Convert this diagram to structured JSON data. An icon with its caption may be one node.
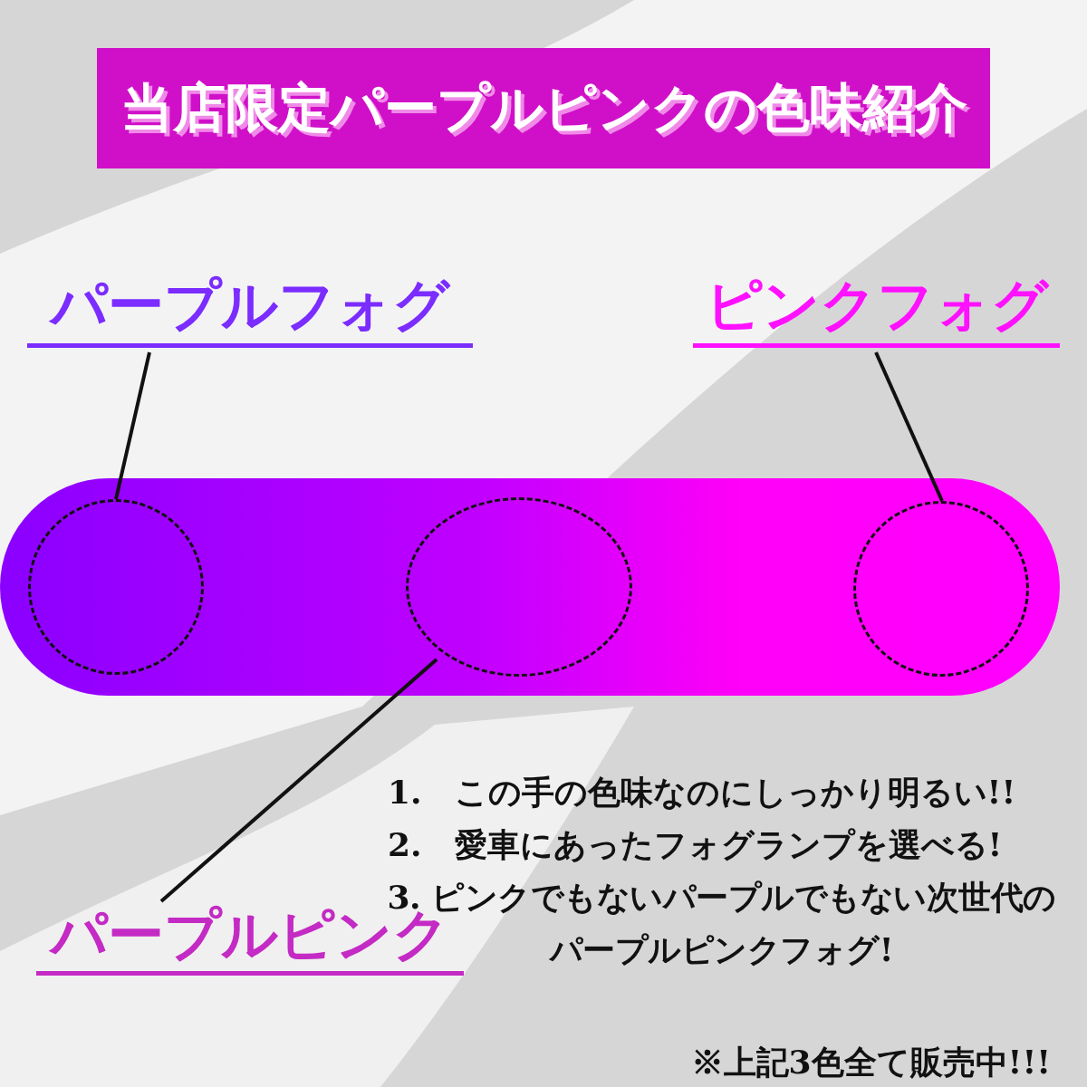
{
  "diagram": {
    "title": "当店限定パープルピンクの色味紹介",
    "nodes": [
      {
        "text": [
          "パープルフォグ"
        ]
      },
      {
        "text": [
          "ピンクフォグ"
        ]
      },
      {
        "text": [
          "パープルピンク"
        ]
      },
      {
        "text": [],
        "shape": "bar"
      },
      {
        "text": [],
        "shape": "circle",
        "in": 3
      },
      {
        "text": [],
        "shape": "circle",
        "in": 3
      },
      {
        "text": [],
        "shape": "circle",
        "in": 3
      }
    ],
    "edges": [
      {
        "from": 0,
        "to": 4,
        "arrow": "none"
      },
      {
        "from": 1,
        "to": 6,
        "arrow": "none"
      },
      {
        "from": 2,
        "to": 5,
        "arrow": "none"
      }
    ],
    "labels": [
      "1.　この手の色味なのにしっかり明るい!!",
      "2.　愛車にあったフォグランプを選べる!",
      "3. ピンクでもないパープルでもない次世代のパープルピンクフォグ!",
      "※上記3色全て販売中!!!"
    ]
  }
}
